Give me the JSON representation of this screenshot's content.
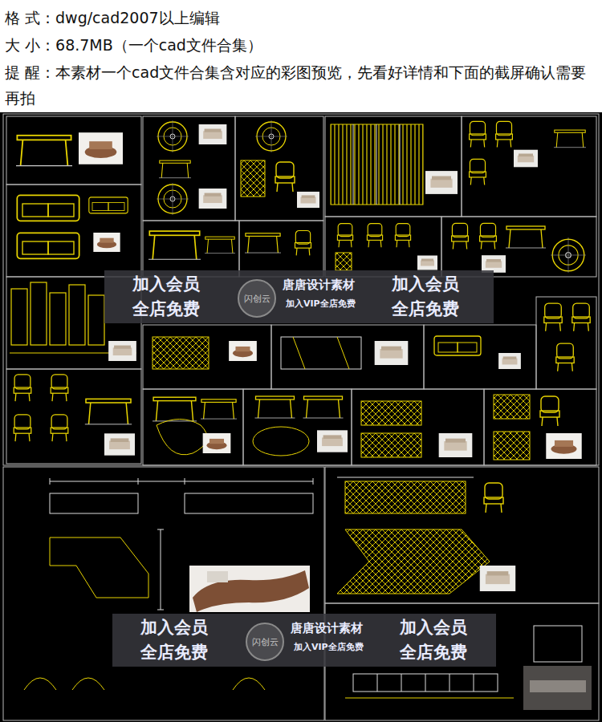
{
  "diagram": {
    "nodes": [
      {
        "text": [
          "加入会员 全店免费",
          "唐唐设计素材",
          "加入VIP全店免费",
          "加入会员 全店免费"
        ]
      },
      {
        "text": [
          "闪创云"
        ],
        "in": 0
      },
      {
        "text": [
          "加入会员 全店免费",
          "唐唐设计素材",
          "加入VIP全店免费",
          "加入会员 全店免费"
        ]
      },
      {
        "text": [
          "闪创云"
        ],
        "in": 2
      }
    ],
    "labels": [
      "格 式：dwg/cad2007以上编辑",
      "大 小：68.7MB（一个cad文件合集）",
      "提 醒：本素材一个cad文件合集含对应的彩图预览，先看好详情和下面的截屏确认需要再拍"
    ]
  }
}
